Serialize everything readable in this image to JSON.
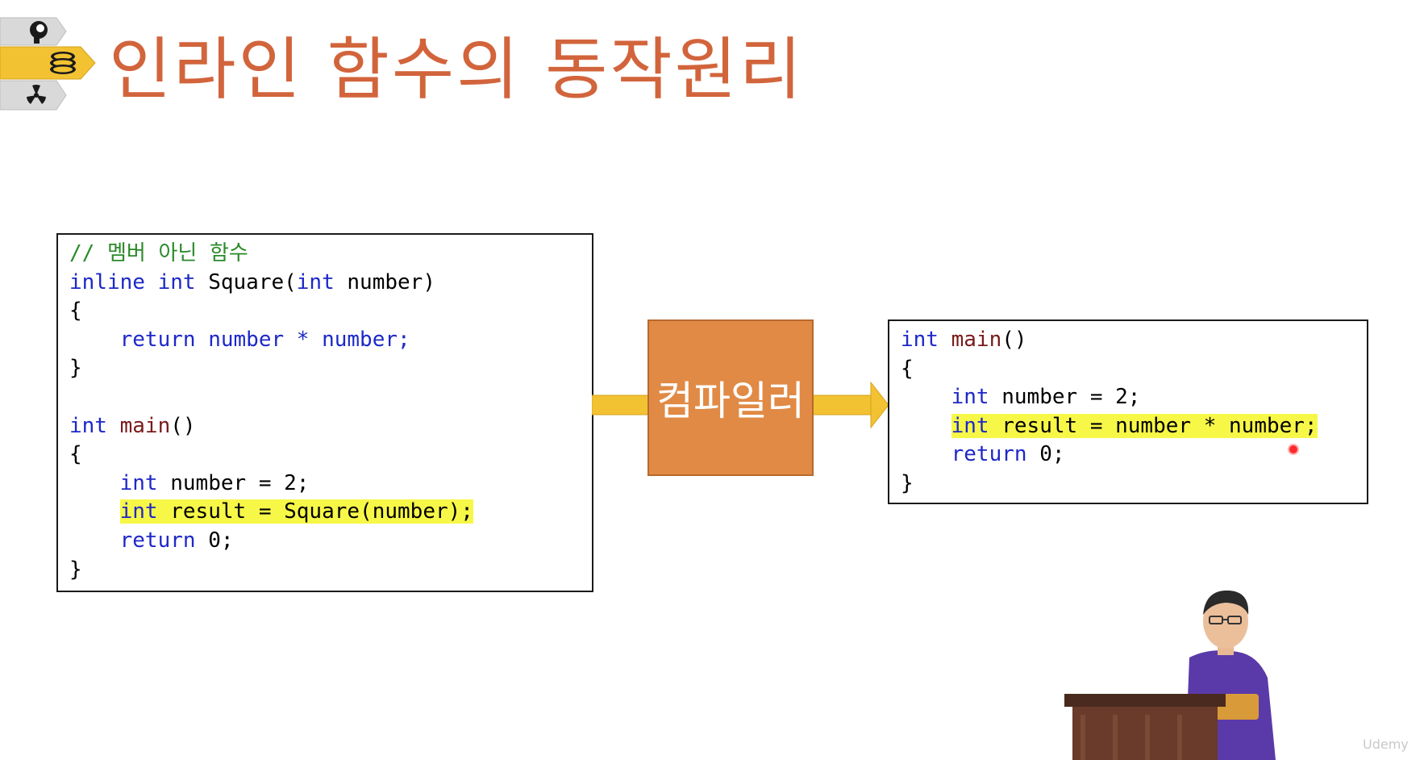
{
  "slide": {
    "title": "인라인 함수의 동작원리",
    "nav_icons": [
      "brain-icon",
      "books-icon",
      "radiation-icon"
    ],
    "accent_color": "#D2643C",
    "highlight_color": "#F7F748"
  },
  "left_code": {
    "comment": "// 멤버 아닌 함수",
    "l2_kw1": "inline",
    "l2_kw2": "int",
    "l2_fn": "Square(",
    "l2_kw3": "int",
    "l2_rest": "number)",
    "l3": "{",
    "l4_kw": "return",
    "l4_rest": "number * number;",
    "l5": "}",
    "l7_kw": "int",
    "l7_fn": "main",
    "l7_rest": "()",
    "l8": "{",
    "l9_kw": "int",
    "l9_rest": "number = 2;",
    "l10_kw": "int",
    "l10_rest": "result = Square(number);",
    "l11_kw": "return",
    "l11_rest": "0;",
    "l12": "}"
  },
  "compiler": {
    "label": "컴파일러",
    "color": "#E08A45"
  },
  "right_code": {
    "l1_kw": "int",
    "l1_fn": "main",
    "l1_rest": "()",
    "l2": "{",
    "l3_kw": "int",
    "l3_rest": "number = 2;",
    "l4_kw": "int",
    "l4_rest": "result = number * number;",
    "l5_kw": "return",
    "l5_rest": "0;",
    "l6": "}"
  },
  "watermark": "Udemy"
}
